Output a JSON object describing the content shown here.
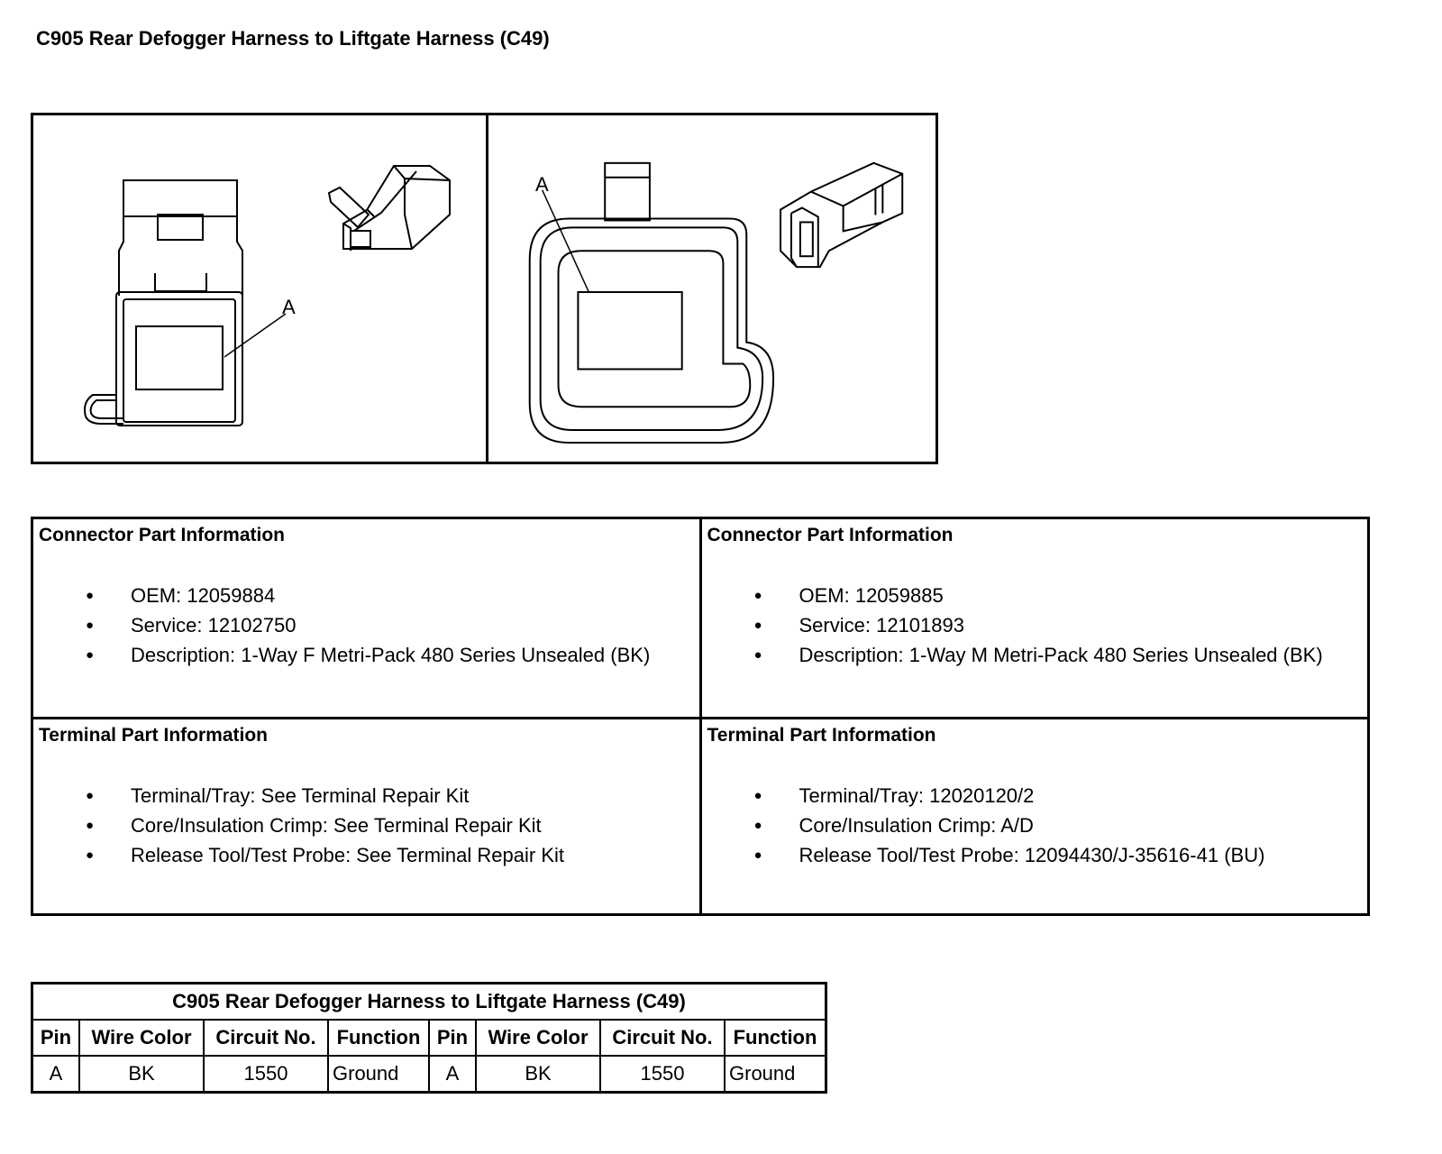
{
  "page": {
    "title": "C905 Rear Defogger Harness to Liftgate Harness (C49)"
  },
  "figure": {
    "left_callout": "A",
    "right_callout": "A",
    "left_panel_icon": "female-connector-drawing",
    "right_panel_icon": "male-connector-drawing"
  },
  "info": {
    "connector_left": {
      "heading": "Connector Part Information",
      "items": [
        "OEM: 12059884",
        "Service: 12102750",
        "Description: 1-Way F Metri-Pack 480 Series Unsealed (BK)"
      ]
    },
    "connector_right": {
      "heading": "Connector Part Information",
      "items": [
        "OEM: 12059885",
        "Service: 12101893",
        "Description: 1-Way M Metri-Pack 480 Series Unsealed (BK)"
      ]
    },
    "terminal_left": {
      "heading": "Terminal Part Information",
      "items": [
        "Terminal/Tray: See Terminal Repair Kit",
        "Core/Insulation Crimp: See Terminal Repair Kit",
        "Release Tool/Test Probe: See Terminal Repair Kit"
      ]
    },
    "terminal_right": {
      "heading": "Terminal Part Information",
      "items": [
        "Terminal/Tray: 12020120/2",
        "Core/Insulation Crimp: A/D",
        "Release Tool/Test Probe: 12094430/J-35616-41 (BU)"
      ]
    }
  },
  "pin_table": {
    "caption": "C905 Rear Defogger Harness to Liftgate Harness (C49)",
    "headers": [
      "Pin",
      "Wire Color",
      "Circuit No.",
      "Function",
      "Pin",
      "Wire Color",
      "Circuit No.",
      "Function"
    ],
    "rows": [
      [
        "A",
        "BK",
        "1550",
        "Ground",
        "A",
        "BK",
        "1550",
        "Ground"
      ]
    ]
  }
}
